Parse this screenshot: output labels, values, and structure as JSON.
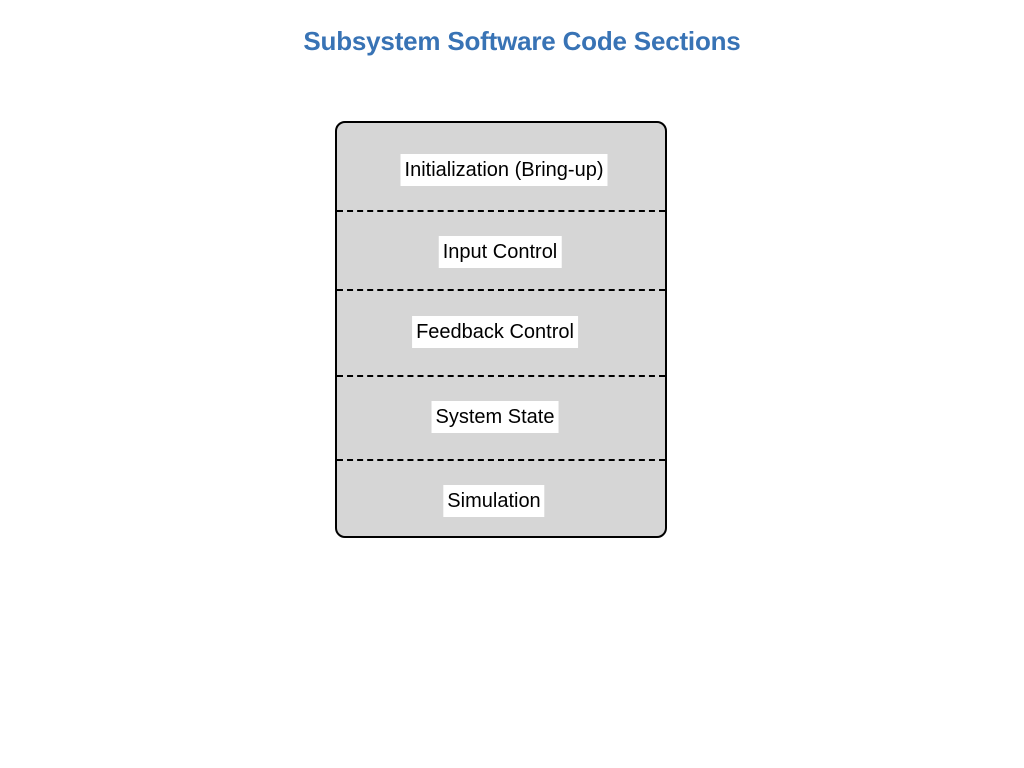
{
  "title": "Subsystem Software Code Sections",
  "sections": [
    {
      "label": "Initialization (Bring-up)"
    },
    {
      "label": "Input Control"
    },
    {
      "label": "Feedback Control"
    },
    {
      "label": "System State"
    },
    {
      "label": "Simulation"
    }
  ]
}
